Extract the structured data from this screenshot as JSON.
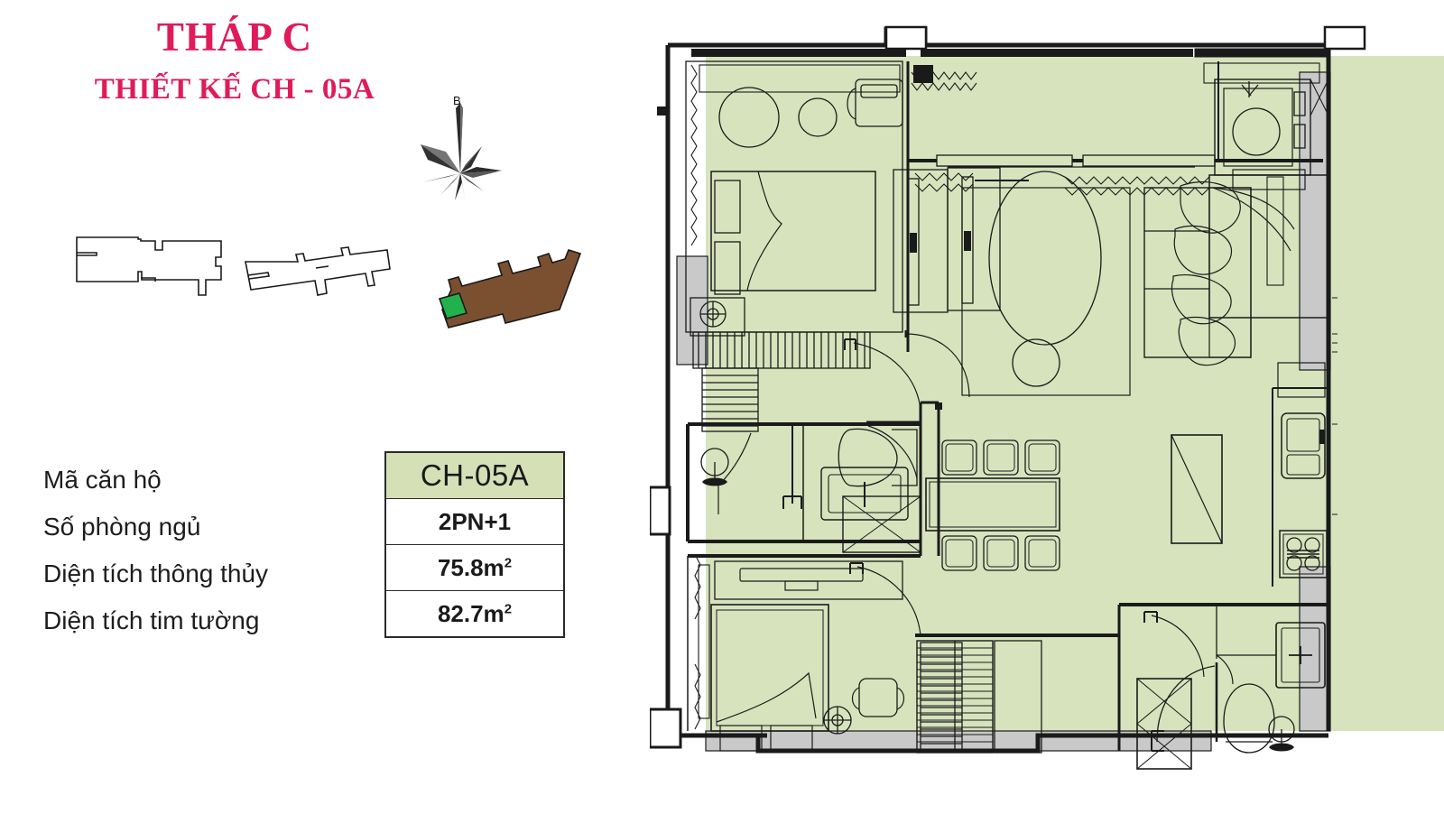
{
  "header": {
    "tower_title": "THÁP C",
    "design_title": "THIẾT KẾ CH - 05A"
  },
  "compass": {
    "north_label": "B",
    "icon": "compass-rose-icon"
  },
  "keyplans": {
    "plan_1_name": "floor-outline-diagram-1",
    "plan_2_name": "floor-outline-diagram-2",
    "plan_3_name": "building-footprint-highlight-diagram",
    "building_fill_color": "#7a5031",
    "highlight_color": "#22b14c"
  },
  "info": {
    "rows": [
      {
        "label": "Mã căn hộ",
        "value": "CH-05A",
        "unit": ""
      },
      {
        "label": "Số phòng ngủ",
        "value": "2PN+1",
        "unit": ""
      },
      {
        "label": "Diện tích thông thủy",
        "value": "75.8m",
        "unit": "2"
      },
      {
        "label": "Diện tích tim tường",
        "value": "82.7m",
        "unit": "2"
      }
    ]
  },
  "colors": {
    "title_pink": "#e01b5a",
    "floor_green": "#d7e3bd",
    "table_header_green": "#d5e0b7",
    "wall_grey": "#c9c9c9",
    "line_black": "#1a1a1a"
  },
  "floorplan": {
    "name": "apartment-floor-plan-CH-05A",
    "rooms": [
      {
        "name": "bedroom-top-left",
        "furniture": [
          "bed",
          "nightstand",
          "nightstand",
          "wardrobe",
          "round-decor",
          "round-decor",
          "armchair"
        ]
      },
      {
        "name": "living-room",
        "furniture": [
          "sofa",
          "cushions",
          "oval-rug",
          "round-table"
        ]
      },
      {
        "name": "bedroom-top-right",
        "furniture": [
          "bed",
          "headboard",
          "washing-machine"
        ]
      },
      {
        "name": "bathroom-middle-left",
        "furniture": [
          "toilet",
          "sink",
          "shower",
          "washbasin"
        ]
      },
      {
        "name": "dining-area",
        "furniture": [
          "dining-table",
          "chair",
          "chair",
          "chair",
          "chair",
          "chair",
          "chair"
        ]
      },
      {
        "name": "kitchen",
        "furniture": [
          "sink-double",
          "stove-4-burner",
          "counter"
        ]
      },
      {
        "name": "bedroom-bottom-left",
        "furniture": [
          "bed",
          "nightstand",
          "nightstand",
          "armchair",
          "ceiling-fixture",
          "louvered-wardrobe"
        ]
      },
      {
        "name": "bathroom-bottom-right",
        "furniture": [
          "shower",
          "toilet",
          "sink",
          "mirror-cabinet"
        ]
      },
      {
        "name": "entry-hall",
        "furniture": [
          "entry-door",
          "louvered-closet"
        ]
      },
      {
        "name": "balcony",
        "furniture": []
      }
    ]
  }
}
